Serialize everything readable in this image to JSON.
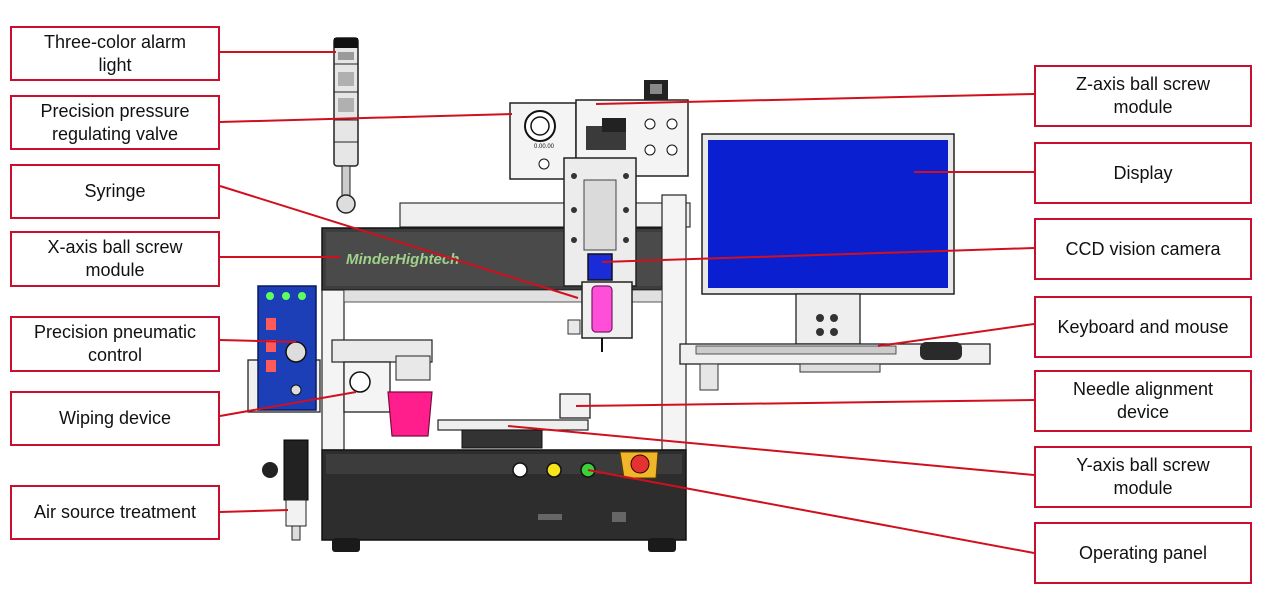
{
  "labels": {
    "alarm_light": "Three-color alarm\nlight",
    "pressure_valve": "Precision pressure\nregulating valve",
    "syringe": "Syringe",
    "x_axis": "X-axis ball screw\nmodule",
    "pneumatic": "Precision pneumatic\ncontrol",
    "wiping": "Wiping device",
    "air_source": "Air source treatment",
    "z_axis": "Z-axis ball screw\nmodule",
    "display": "Display",
    "ccd": "CCD vision camera",
    "keyboard": "Keyboard and mouse",
    "needle": "Needle alignment\ndevice",
    "y_axis": "Y-axis ball screw\nmodule",
    "operating_panel": "Operating panel"
  },
  "machine": {
    "brand": "MinderHightech",
    "gauge_text": "0.00.00",
    "button_labels": [
      "",
      "",
      ""
    ]
  },
  "colors": {
    "label_border": "#c8102e",
    "leader_line": "#d0101e",
    "screen": "#0a1fd0",
    "syringe": "#ff4fd8",
    "cup": "#ff1e8c",
    "pneumatic_panel": "#1c3fb8"
  }
}
